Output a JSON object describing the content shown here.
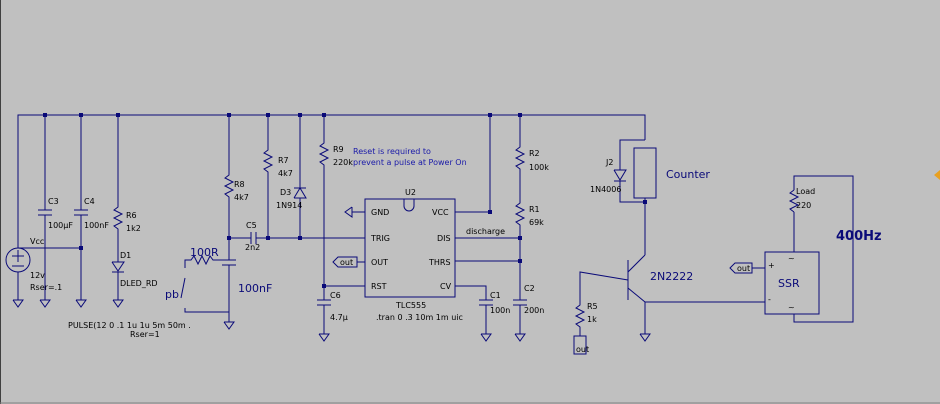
{
  "labels": {
    "vcc": "Vcc",
    "v12": "12v",
    "rser1": "Rser=.1",
    "pulse": "PULSE(12 0 .1 1u 1u 5m 50m .",
    "rser2": "Rser=1",
    "c3": "C3",
    "c3v": "100µF",
    "c4": "C4",
    "c4v": "100nF",
    "r6": "R6",
    "r6v": "1k2",
    "d1": "D1",
    "d1v": "DLED_RD",
    "r8": "R8",
    "r8v": "4k7",
    "r100": "100R",
    "pb": "pb",
    "c100n": "100nF",
    "c5": "C5",
    "c5v": "2n2",
    "r7": "R7",
    "r7v": "4k7",
    "d3": "D3",
    "d3v": "1N914",
    "r9": "R9",
    "r9v": "220k",
    "note1": "Reset is required to",
    "note2": "prevent a pulse at Power On",
    "u2": "U2",
    "gnd": "GND",
    "vccpin": "VCC",
    "trig": "TRIG",
    "dis": "DIS",
    "outpin": "OUT",
    "thrs": "THRS",
    "rst": "RST",
    "cv": "CV",
    "tlc": "TLC555",
    "tran": ".tran 0 .3 10m 1m uic",
    "discharge": "discharge",
    "c6": "C6",
    "c6v": "4.7µ",
    "c1": "C1",
    "c1v": "100n",
    "c2": "C2",
    "c2v": "200n",
    "r2": "R2",
    "r2v": "100k",
    "r1": "R1",
    "r1v": "69k",
    "j2": "J2",
    "j2v": "1N4006",
    "counter": "Counter",
    "q": "2N2222",
    "r5": "R5",
    "r5v": "1k",
    "out1": "out",
    "out2": "out",
    "out3": "out",
    "load": "Load",
    "loadv": "220",
    "f400": "400Hz",
    "ssr": "SSR",
    "plus": "+",
    "minus": "-",
    "tilde1": "~",
    "tilde2": "~"
  }
}
